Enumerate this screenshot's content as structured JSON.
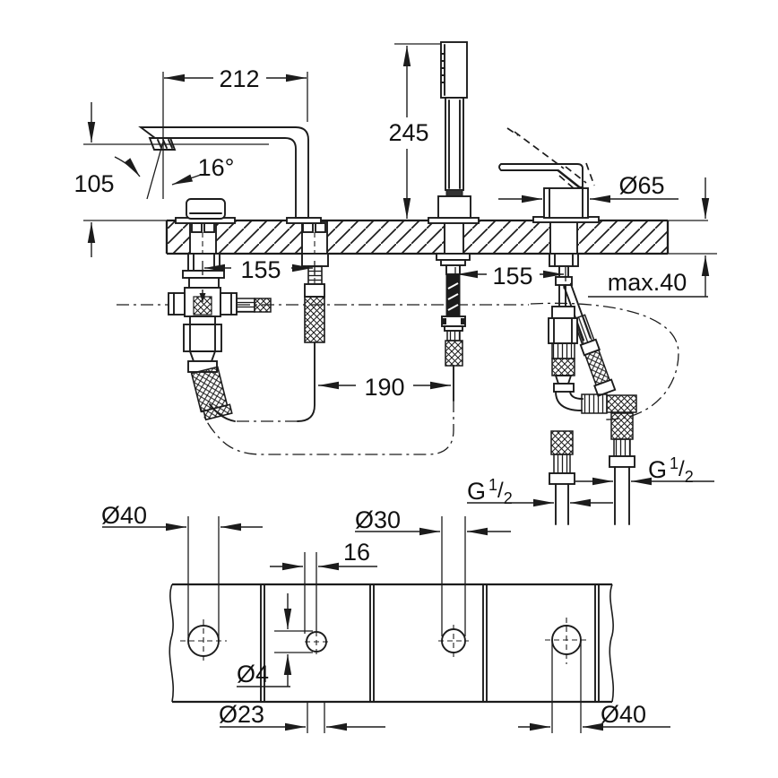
{
  "dimensions": {
    "spout_reach": "212",
    "handshower_height": "245",
    "spout_height": "105",
    "spout_angle": "16°",
    "mixer_diameter": "Ø65",
    "left_spacing": "155",
    "right_spacing": "155",
    "deck_thickness": "max.40",
    "hose_clearance": "190"
  },
  "threads": {
    "left": [
      "G",
      "1",
      "/",
      "2"
    ],
    "right": [
      "G",
      "1",
      "/",
      "2"
    ]
  },
  "plan_holes": {
    "left_hole": "Ø40",
    "middle_hole": "Ø30",
    "pilot_offset": "16",
    "pilot_hole": "Ø4",
    "clearance_hole": "Ø23",
    "right_hole": "Ø40"
  }
}
